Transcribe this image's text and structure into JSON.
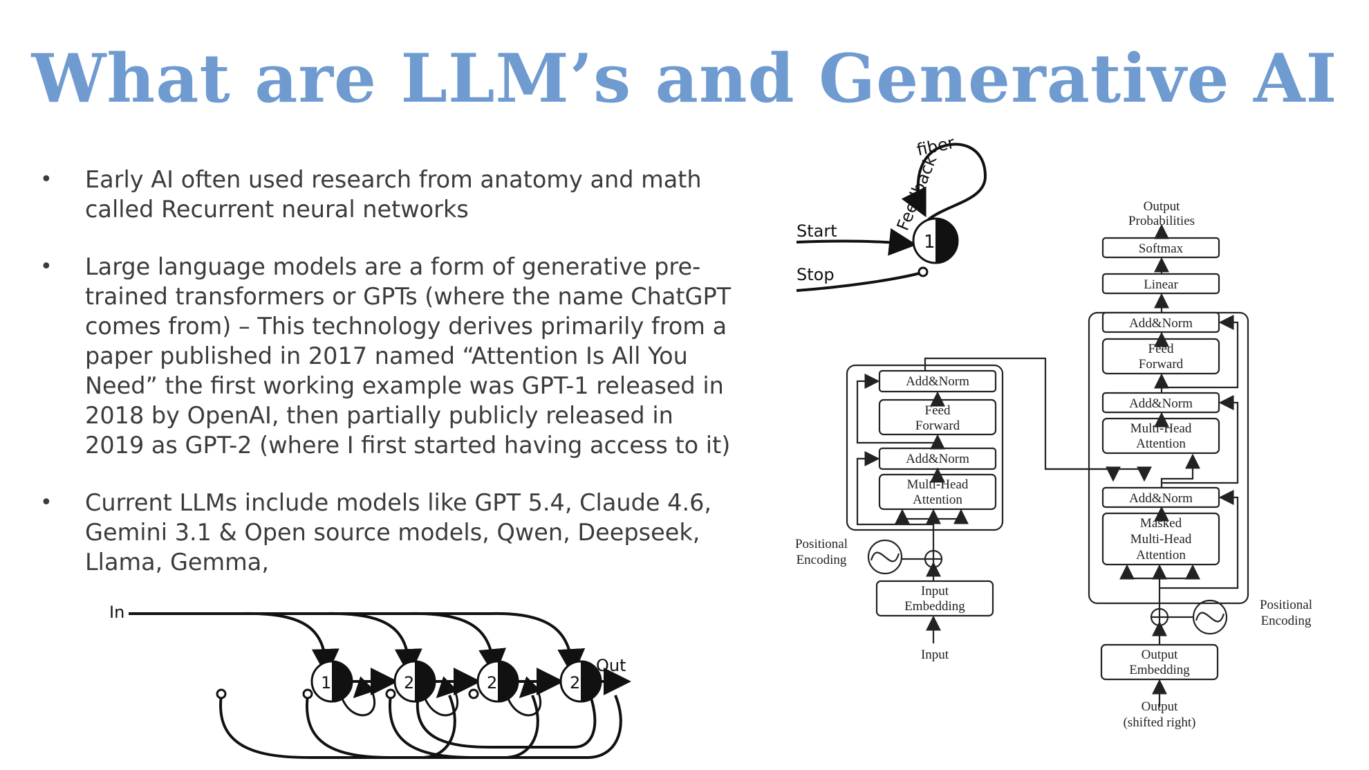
{
  "title": "What are LLM’s and Generative AI",
  "bullets": [
    "Early AI often used research from anatomy and math called Recurrent neural networks",
    "Large language models are a form of  generative pre-trained transformers or GPTs (where the name ChatGPT comes from) – This technology derives primarily from a paper published in 2017 named “Attention Is All You Need” the first working example was GPT-1 released in 2018 by OpenAI, then partially publicly released in 2019 as GPT-2 (where I first started having access to it)",
    "Current LLMs include models like GPT 5.4, Claude 4.6, Gemini 3.1 & Open source models, Qwen, Deepseek, Llama, Gemma,"
  ],
  "bullet_marker": "•",
  "rnn_feedback": {
    "arc_label_1": "Feedback",
    "arc_label_2": "fiber",
    "start": "Start",
    "stop": "Stop",
    "neuron": "1"
  },
  "rnn_chain": {
    "in": "In",
    "out": "Out",
    "neurons": [
      "1",
      "2",
      "2",
      "2"
    ]
  },
  "transformer": {
    "encoder": {
      "add_norm": "Add&Norm",
      "feed_forward_1": "Feed",
      "feed_forward_2": "Forward",
      "mha_1": "Multi-Head",
      "mha_2": "Attention",
      "pos_enc_1": "Positional",
      "pos_enc_2": "Encoding",
      "embed_1": "Input",
      "embed_2": "Embedding",
      "input": "Input"
    },
    "decoder": {
      "output_probs_1": "Output",
      "output_probs_2": "Probabilities",
      "softmax": "Softmax",
      "linear": "Linear",
      "add_norm": "Add&Norm",
      "feed_forward_1": "Feed",
      "feed_forward_2": "Forward",
      "mha_1": "Multi-Head",
      "mha_2": "Attention",
      "masked_1": "Masked",
      "masked_2": "Multi-Head",
      "masked_3": "Attention",
      "pos_enc_1": "Positional",
      "pos_enc_2": "Encoding",
      "embed_1": "Output",
      "embed_2": "Embedding",
      "output_1": "Output",
      "output_2": "(shifted right)"
    }
  }
}
